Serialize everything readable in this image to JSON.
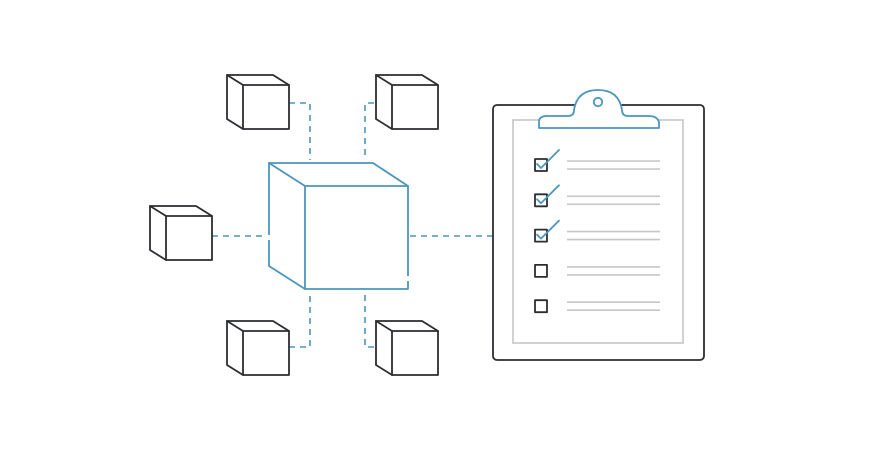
{
  "colors": {
    "outline": "#2b2d31",
    "accent": "#4a96bd",
    "paper_line": "#c6c6c6",
    "background": "#ffffff"
  },
  "diagram": {
    "satellite_boxes": [
      "top-left",
      "top-right",
      "middle-left",
      "bottom-left",
      "bottom-right"
    ],
    "central_box": "large-cube",
    "checklist": {
      "items": [
        {
          "checked": true
        },
        {
          "checked": true
        },
        {
          "checked": true
        },
        {
          "checked": false
        },
        {
          "checked": false
        }
      ]
    }
  }
}
